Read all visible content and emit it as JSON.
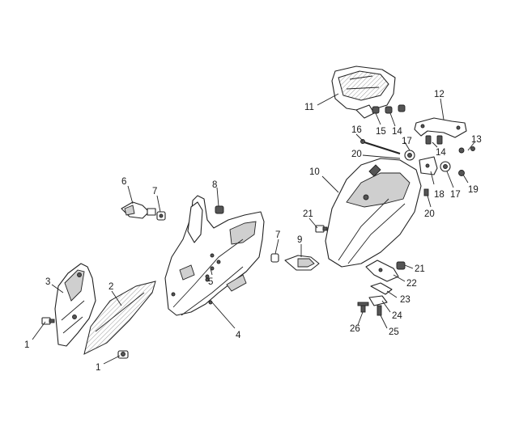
{
  "callouts": [
    {
      "id": "c1a",
      "label": "1"
    },
    {
      "id": "c1b",
      "label": "1"
    },
    {
      "id": "c2",
      "label": "2"
    },
    {
      "id": "c3",
      "label": "3"
    },
    {
      "id": "c4",
      "label": "4"
    },
    {
      "id": "c5",
      "label": "5"
    },
    {
      "id": "c6",
      "label": "6"
    },
    {
      "id": "c7a",
      "label": "7"
    },
    {
      "id": "c7b",
      "label": "7"
    },
    {
      "id": "c8",
      "label": "8"
    },
    {
      "id": "c9",
      "label": "9"
    },
    {
      "id": "c10",
      "label": "10"
    },
    {
      "id": "c11",
      "label": "11"
    },
    {
      "id": "c12",
      "label": "12"
    },
    {
      "id": "c13",
      "label": "13"
    },
    {
      "id": "c14a",
      "label": "14"
    },
    {
      "id": "c14b",
      "label": "14"
    },
    {
      "id": "c15",
      "label": "15"
    },
    {
      "id": "c16",
      "label": "16"
    },
    {
      "id": "c17a",
      "label": "17"
    },
    {
      "id": "c17b",
      "label": "17"
    },
    {
      "id": "c18",
      "label": "18"
    },
    {
      "id": "c19",
      "label": "19"
    },
    {
      "id": "c20a",
      "label": "20"
    },
    {
      "id": "c20b",
      "label": "20"
    },
    {
      "id": "c21a",
      "label": "21"
    },
    {
      "id": "c21b",
      "label": "21"
    },
    {
      "id": "c22",
      "label": "22"
    },
    {
      "id": "c23",
      "label": "23"
    },
    {
      "id": "c24",
      "label": "24"
    },
    {
      "id": "c25",
      "label": "25"
    },
    {
      "id": "c26",
      "label": "26"
    }
  ]
}
